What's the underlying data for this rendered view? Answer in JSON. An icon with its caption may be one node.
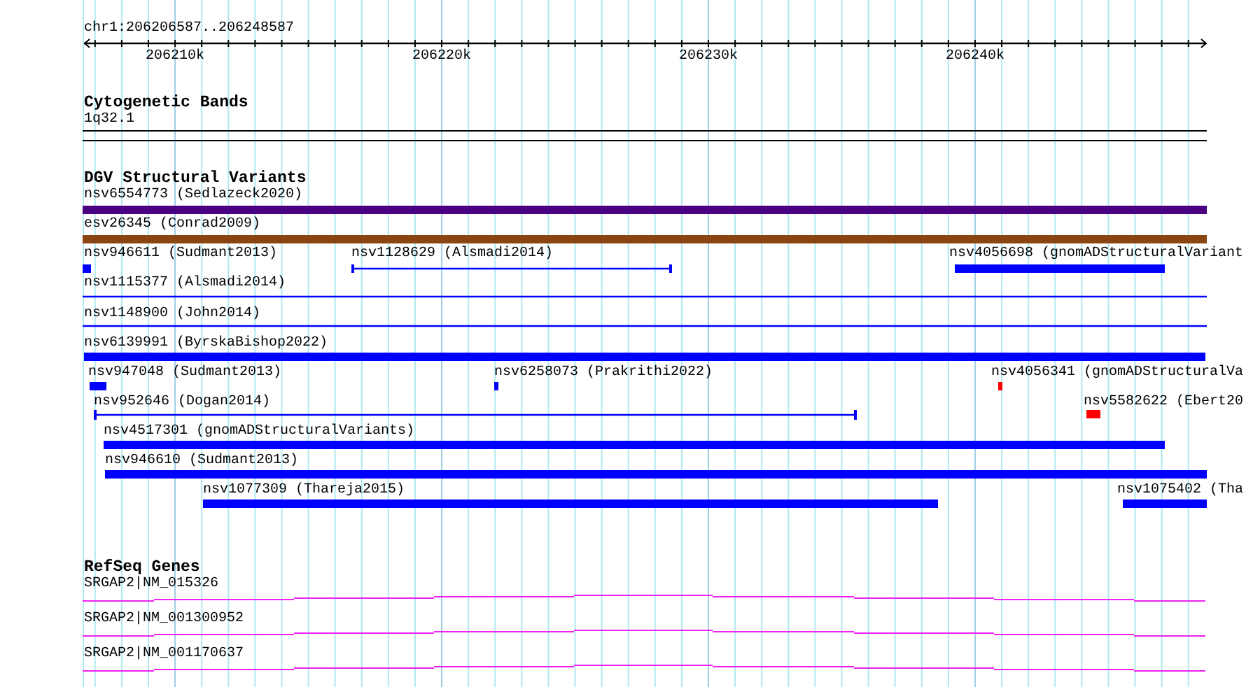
{
  "diagram": {
    "title": "chr1:206206587..206248587",
    "nodes": [
      {
        "text": [],
        "shape": "band",
        "beside": [
          "1q32.1"
        ]
      },
      {
        "text": [],
        "shape": "bar",
        "beside": [
          "nsv6554773 (Sedlazeck2020)"
        ]
      },
      {
        "text": [],
        "shape": "bar",
        "beside": [
          "esv26345 (Conrad2009)"
        ]
      },
      {
        "text": [],
        "shape": "bar",
        "beside": [
          "nsv946611 (Sudmant2013)"
        ]
      },
      {
        "text": [],
        "shape": "line",
        "beside": [
          "nsv1128629 (Alsmadi2014)"
        ]
      },
      {
        "text": [],
        "shape": "bar",
        "beside": [
          "nsv4056698 (gnomADStructuralVariant"
        ]
      },
      {
        "text": [],
        "shape": "line",
        "beside": [
          "nsv1115377 (Alsmadi2014)"
        ]
      },
      {
        "text": [],
        "shape": "line",
        "beside": [
          "nsv1148900 (John2014)"
        ]
      },
      {
        "text": [],
        "shape": "bar",
        "beside": [
          "nsv6139991 (ByrskaBishop2022)"
        ]
      },
      {
        "text": [],
        "shape": "bar",
        "beside": [
          "nsv947048 (Sudmant2013)"
        ]
      },
      {
        "text": [],
        "shape": "bar",
        "beside": [
          "nsv6258073 (Prakrithi2022)"
        ]
      },
      {
        "text": [],
        "shape": "bar",
        "beside": [
          "nsv4056341 (gnomADStructuralVa"
        ]
      },
      {
        "text": [],
        "shape": "line",
        "beside": [
          "nsv952646 (Dogan2014)"
        ]
      },
      {
        "text": [],
        "shape": "bar",
        "beside": [
          "nsv5582622 (Ebert20"
        ]
      },
      {
        "text": [],
        "shape": "bar",
        "beside": [
          "nsv4517301 (gnomADStructuralVariants)"
        ]
      },
      {
        "text": [],
        "shape": "bar",
        "beside": [
          "nsv946610 (Sudmant2013)"
        ]
      },
      {
        "text": [],
        "shape": "bar",
        "beside": [
          "nsv1077309 (Thareja2015)"
        ]
      },
      {
        "text": [],
        "shape": "bar",
        "beside": [
          "nsv1075402 (Tha"
        ]
      },
      {
        "text": [],
        "shape": "line",
        "beside": [
          "SRGAP2|NM_015326"
        ]
      },
      {
        "text": [],
        "shape": "line",
        "beside": [
          "SRGAP2|NM_001300952"
        ]
      },
      {
        "text": [],
        "shape": "line",
        "beside": [
          "SRGAP2|NM_001170637"
        ]
      }
    ],
    "labels": [
      "206210k",
      "206220k",
      "206230k",
      "206240k",
      "Cytogenetic Bands",
      "DGV Structural Variants",
      "RefSeq Genes"
    ]
  }
}
